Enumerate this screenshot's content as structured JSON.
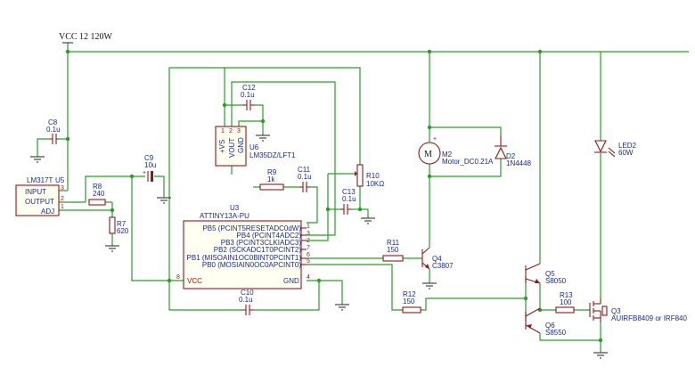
{
  "supply": {
    "label": "VCC 12 120W"
  },
  "components": {
    "c8": {
      "ref": "C8",
      "value": "0.1u"
    },
    "u5": {
      "value": "LM317T",
      "ref": "U5",
      "pin_input": "INPUT",
      "pin_output": "OUTPUT",
      "pin_adj": "ADJ",
      "pins": [
        "3",
        "2",
        "1"
      ]
    },
    "r8": {
      "ref": "R8",
      "value": "240"
    },
    "r7": {
      "ref": "R7",
      "value": "620"
    },
    "c9": {
      "ref": "C9",
      "value": "10u"
    },
    "c12": {
      "ref": "C12",
      "value": "0.1u"
    },
    "u6": {
      "ref": "U6",
      "value": "LM35DZ/LFT1",
      "pin_vs": "+VS",
      "pin_vout": "VOUT",
      "pin_gnd": "GND",
      "pins": [
        "1",
        "2",
        "3"
      ]
    },
    "r9": {
      "ref": "R9",
      "value": "1k"
    },
    "c11": {
      "ref": "C11",
      "value": "0.1u"
    },
    "r10": {
      "ref": "R10",
      "value": "10KΩ"
    },
    "c13": {
      "ref": "C13",
      "value": "0.1u"
    },
    "m2": {
      "ref": "M2",
      "value": "Motor_DC0.21A",
      "symbol": "M"
    },
    "d2": {
      "ref": "D2",
      "value": "1N4448"
    },
    "led2": {
      "ref": "LED2",
      "value": "60W"
    },
    "u3": {
      "ref": "U3",
      "value": "ATTINY13A-PU",
      "pins_left": [
        {
          "name": "PB5 (PCINT5RESETADC0dW)",
          "num": "1"
        },
        {
          "name": "PB4 (PCINT4ADC2)",
          "num": "3"
        },
        {
          "name": "PB3 (PCINT3CLKIADC3)",
          "num": "2"
        },
        {
          "name": "PB2 (SCKADC1T0PCINT2)",
          "num": "7"
        },
        {
          "name": "PB1 (MISOAIN1OC0BINT0PCINT1)",
          "num": "6"
        },
        {
          "name": "PB0 (MOSIAIN0OC0APCINT0)",
          "num": "5"
        }
      ],
      "vcc": {
        "name": "VCC",
        "num": "8"
      },
      "gnd": {
        "name": "GND",
        "num": "4"
      }
    },
    "r11": {
      "ref": "R11",
      "value": "150"
    },
    "q4": {
      "ref": "Q4",
      "value": "C3807"
    },
    "c10": {
      "ref": "C10",
      "value": "0.1u"
    },
    "r12": {
      "ref": "R12",
      "value": "150"
    },
    "q5": {
      "ref": "Q5",
      "value": "S8050"
    },
    "q6": {
      "ref": "Q6",
      "value": "S8550"
    },
    "r13": {
      "ref": "R13",
      "value": "100"
    },
    "q3": {
      "ref": "Q3",
      "value": "AUIRFB8409 or IRF840"
    }
  }
}
